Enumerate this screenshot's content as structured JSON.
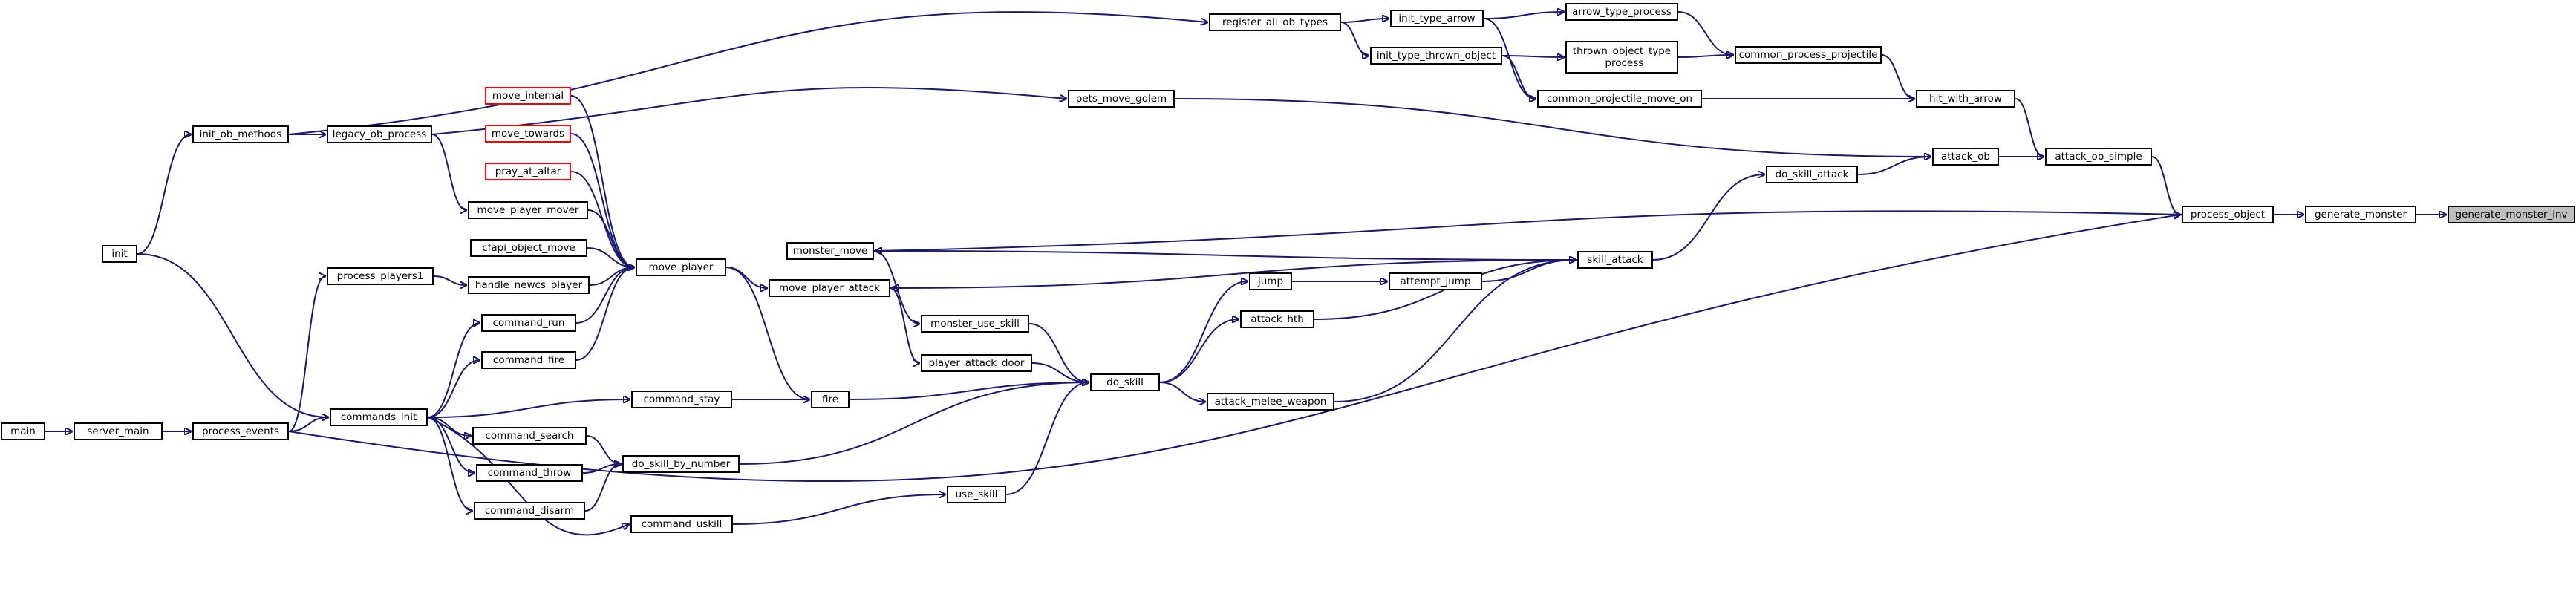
{
  "diagram": {
    "type": "call-graph",
    "edge_color": "#191970",
    "root_fill": "#bfbfbf",
    "missing_doc_border": "#ff0000",
    "nodes": {
      "generate_monster_inv": "generate_monster_inv",
      "generate_monster": "generate_monster",
      "process_object": "process_object",
      "attack_ob_simple": "attack_ob_simple",
      "attack_ob": "attack_ob",
      "hit_with_arrow": "hit_with_arrow",
      "common_process_projectile": "common_process_projectile",
      "arrow_type_process": "arrow_type_process",
      "thrown_object_type_process_l1": "thrown_object_type",
      "thrown_object_type_process_l2": "_process",
      "common_projectile_move_on": "common_projectile_move_on",
      "init_type_arrow": "init_type_arrow",
      "init_type_thrown_object": "init_type_thrown_object",
      "register_all_ob_types": "register_all_ob_types",
      "init_ob_methods": "init_ob_methods",
      "legacy_ob_process": "legacy_ob_process",
      "pets_move_golem": "pets_move_golem",
      "do_skill_attack": "do_skill_attack",
      "skill_attack": "skill_attack",
      "monster_move": "monster_move",
      "move_player_attack": "move_player_attack",
      "attempt_jump": "attempt_jump",
      "jump": "jump",
      "attack_hth": "attack_hth",
      "attack_melee_weapon": "attack_melee_weapon",
      "do_skill": "do_skill",
      "monster_use_skill": "monster_use_skill",
      "player_attack_door": "player_attack_door",
      "fire": "fire",
      "do_skill_by_number": "do_skill_by_number",
      "use_skill": "use_skill",
      "move_player": "move_player",
      "move_internal": "move_internal",
      "move_towards": "move_towards",
      "pray_at_altar": "pray_at_altar",
      "move_player_mover": "move_player_mover",
      "cfapi_object_move": "cfapi_object_move",
      "handle_newcs_player": "handle_newcs_player",
      "command_run": "command_run",
      "command_fire": "command_fire",
      "command_stay": "command_stay",
      "command_search": "command_search",
      "command_throw": "command_throw",
      "command_disarm": "command_disarm",
      "command_uskill": "command_uskill",
      "commands_init": "commands_init",
      "process_players1": "process_players1",
      "process_events": "process_events",
      "init": "init",
      "server_main": "server_main",
      "main": "main"
    }
  }
}
